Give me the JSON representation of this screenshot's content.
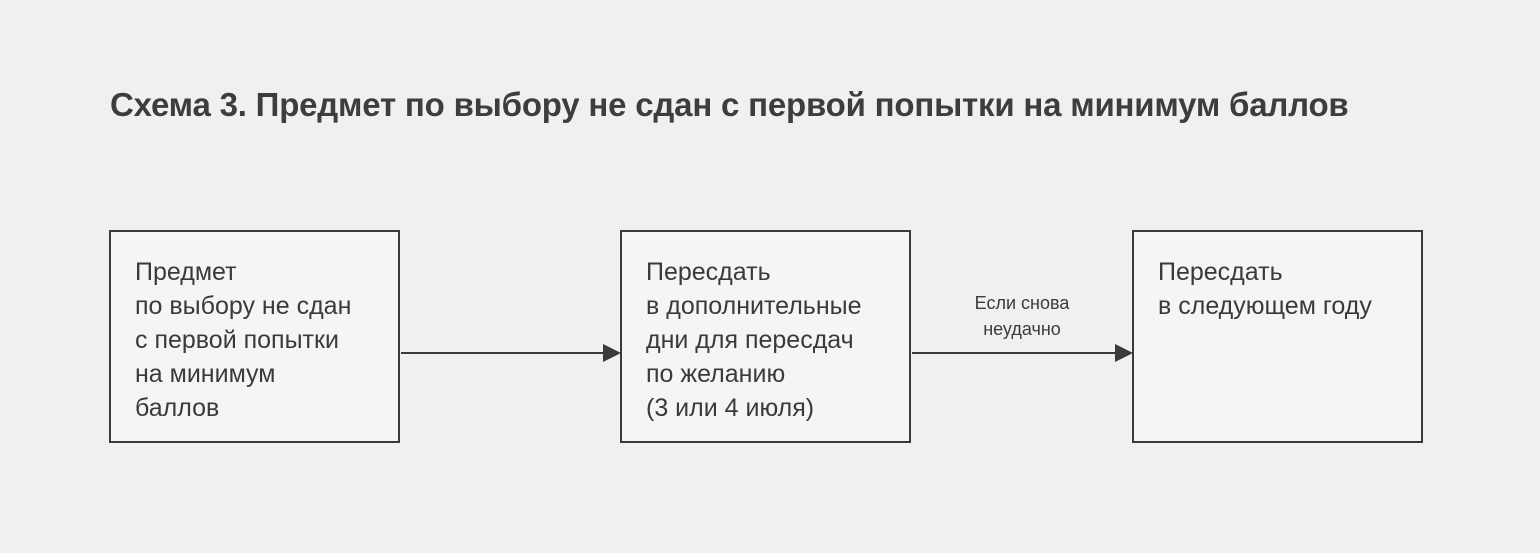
{
  "title": "Схема 3. Предмет по выбору не сдан с первой попытки на минимум баллов",
  "nodes": [
    {
      "id": "n1",
      "lines": [
        "Предмет",
        "по выбору не сдан",
        "с первой попытки",
        "на минимум",
        "баллов"
      ]
    },
    {
      "id": "n2",
      "lines": [
        "Пересдать",
        "в дополнительные",
        "дни для пересдач",
        "по желанию",
        "(3 или 4 июля)"
      ]
    },
    {
      "id": "n3",
      "lines": [
        "Пересдать",
        "в следующем году"
      ]
    }
  ],
  "edges": [
    {
      "from": "n1",
      "to": "n2",
      "label_lines": []
    },
    {
      "from": "n2",
      "to": "n3",
      "label_lines": [
        "Если снова",
        "неудачно"
      ]
    }
  ],
  "colors": {
    "background": "#f0f0f0",
    "box_fill": "#f5f5f5",
    "stroke": "#3a3a3a",
    "text": "#3a3a3a"
  }
}
